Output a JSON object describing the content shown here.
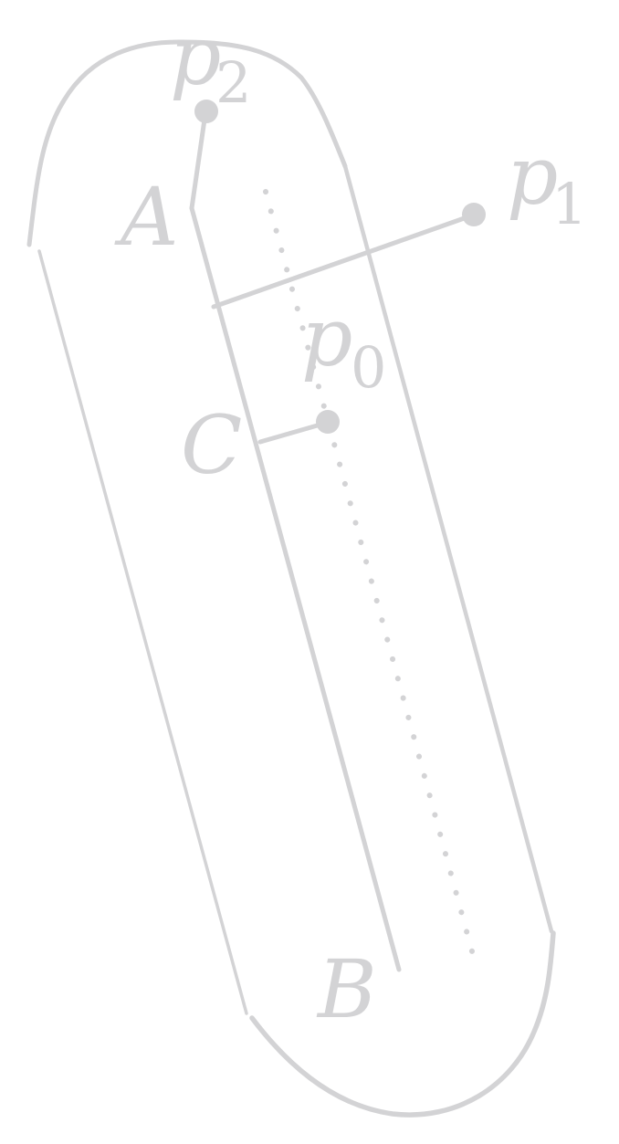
{
  "diagram": {
    "labels": {
      "A": "A",
      "B": "B",
      "C": "C",
      "p0": {
        "base": "p",
        "sub": "0"
      },
      "p1": {
        "base": "p",
        "sub": "1"
      },
      "p2": {
        "base": "p",
        "sub": "2"
      }
    },
    "colors": {
      "stroke": "#d3d3d5",
      "background": "#ffffff"
    }
  }
}
